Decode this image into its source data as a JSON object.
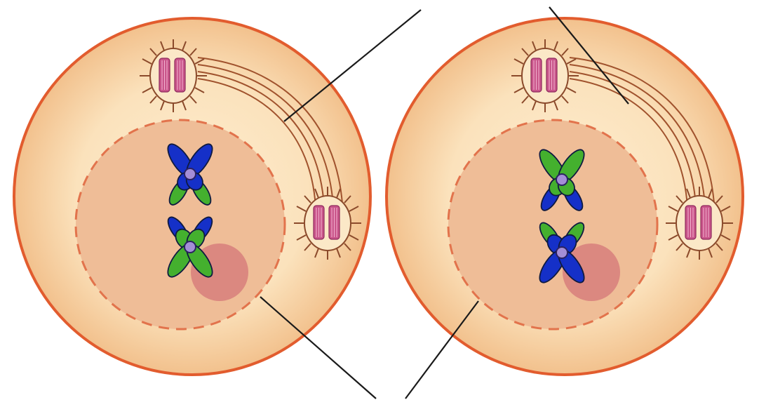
{
  "diagram": {
    "colors": {
      "cytoplasm_center": "#fdedd0",
      "cytoplasm_edge": "#f2c18d",
      "cell_membrane": "#e25c2e",
      "nucleus": "#efbd97",
      "nuclear_envelope": "#e2734c",
      "nucleolus": "#db8880",
      "chromatid_blue": "#1530c8",
      "chromatid_green": "#44b02e",
      "centromere": "#a48ed6",
      "centriole": "#c9558a",
      "spindle_fibers": "#a0522d",
      "leader_lines": "#1a1a1a"
    },
    "cells": [
      {
        "name": "left-cell",
        "chromosomes": [
          {
            "tip_color": "blue",
            "base_color": "green"
          },
          {
            "tip_color": "green",
            "base_color": "blue"
          }
        ]
      },
      {
        "name": "right-cell",
        "chromosomes": [
          {
            "tip_color": "green",
            "base_color": "blue"
          },
          {
            "tip_color": "blue",
            "base_color": "green"
          }
        ]
      }
    ]
  }
}
